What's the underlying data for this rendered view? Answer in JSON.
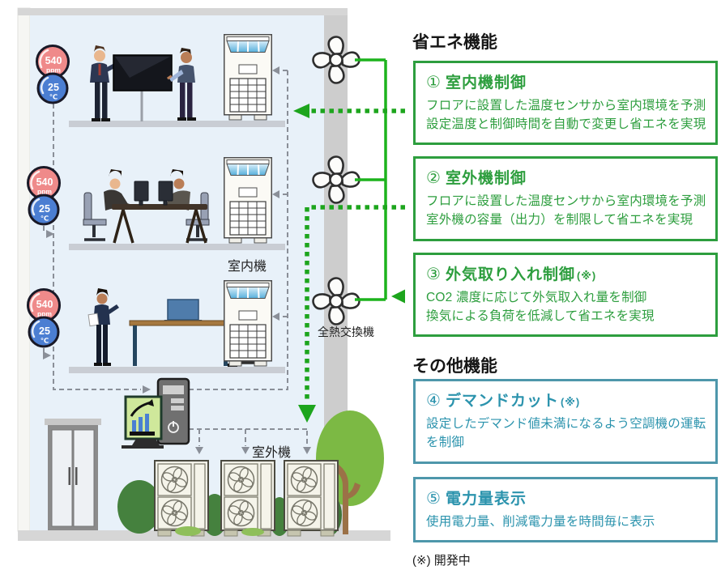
{
  "colors": {
    "box_green": "#2d9e3e",
    "arrow_green": "#1da51d",
    "box_teal": "#4e97ab",
    "text_teal": "#2b93ad"
  },
  "headings": {
    "energy_saving": "省エネ機能",
    "other": "その他機能"
  },
  "boxes": [
    {
      "num": "①",
      "title": "室内機制御",
      "note": "",
      "lines": [
        "フロアに設置した温度センサから室内環境を予測",
        "設定温度と制御時間を自動で変更し省エネを実現"
      ]
    },
    {
      "num": "②",
      "title": "室外機制御",
      "note": "",
      "lines": [
        "フロアに設置した温度センサから室内環境を予測",
        "室外機の容量（出力）を制限して省エネを実現"
      ]
    },
    {
      "num": "③",
      "title": "外気取り入れ制御",
      "note": "(※)",
      "lines": [
        "CO2 濃度に応じて外気取入れ量を制御",
        "換気による負荷を低減して省エネを実現"
      ]
    },
    {
      "num": "④",
      "title": "デマンドカット",
      "note": "(※)",
      "lines": [
        "設定したデマンド値未満になるよう空調機の運転",
        "を制御"
      ]
    },
    {
      "num": "⑤",
      "title": "電力量表示",
      "note": "",
      "lines": [
        "使用電力量、削減電力量を時間毎に表示"
      ]
    }
  ],
  "footnote": "(※) 開発中",
  "diagram": {
    "labels": {
      "indoor_unit": "室内機",
      "outdoor_unit": "室外機",
      "heat_exchanger": "全熱交換機"
    },
    "sensor": {
      "co2_value": "540",
      "co2_unit": "ppm",
      "temp_value": "25",
      "temp_unit": "℃"
    }
  }
}
